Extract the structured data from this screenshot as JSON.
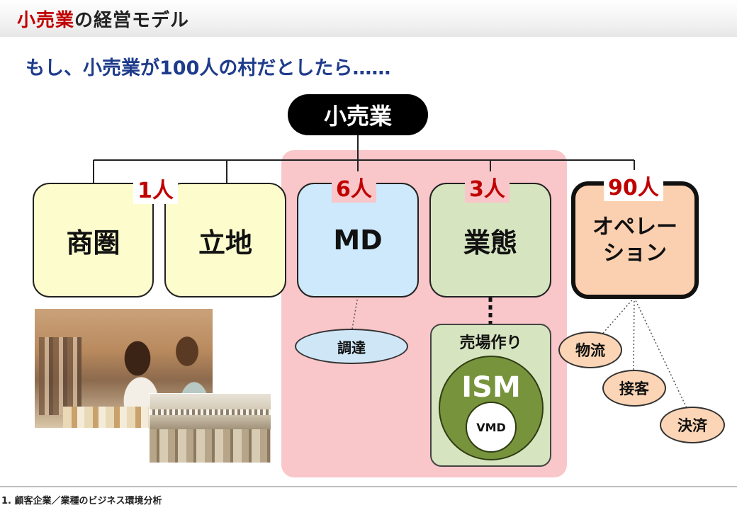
{
  "header": {
    "title_accent": "小売業",
    "title_rest": "の経営モデル"
  },
  "subtitle": "もし、小売業が100人の村だとしたら……",
  "root": {
    "label": "小売業"
  },
  "categories": [
    {
      "label": "商圏"
    },
    {
      "label": "立地"
    },
    {
      "label": "MD"
    },
    {
      "label": "業態"
    },
    {
      "label": "オペレーション"
    }
  ],
  "counts": {
    "group1": "1人",
    "md": "6人",
    "format": "3人",
    "operation": "90人"
  },
  "md_child": {
    "label": "調達"
  },
  "format_child": {
    "label": "売場作り",
    "inner": "ISM",
    "core": "VMD"
  },
  "operation_children": [
    {
      "label": "物流"
    },
    {
      "label": "接客"
    },
    {
      "label": "決済"
    }
  ],
  "colors": {
    "accent_red": "#c00000",
    "subtitle_blue": "#1f3c8c",
    "panel_pink": "#f9c6c9",
    "yellow": "#fdfccd",
    "blue": "#cde9fb",
    "green": "#d6e5c0",
    "orange": "#fbd0b0",
    "ism_green": "#77933c"
  },
  "footer": "1. 顧客企業／業種のビジネス環境分析"
}
